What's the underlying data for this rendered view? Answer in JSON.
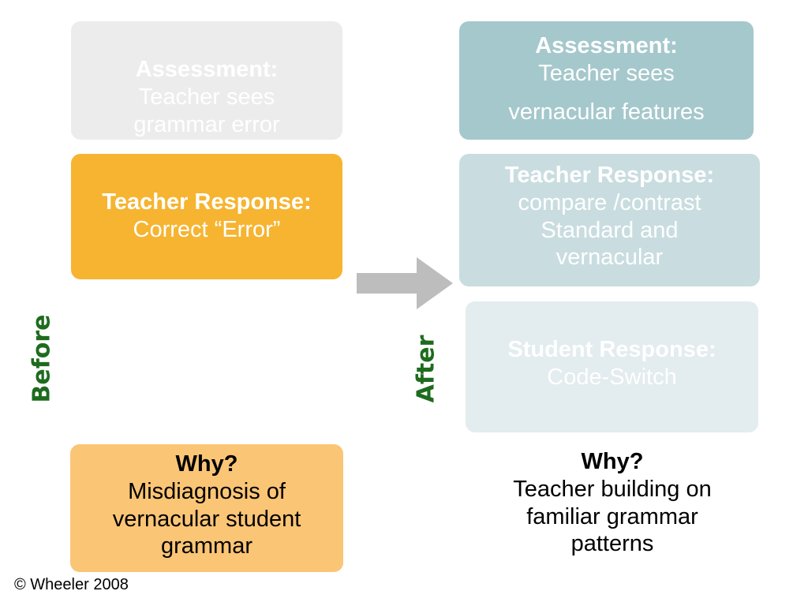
{
  "before": {
    "label": "Before",
    "assessment": {
      "head": "Assessment:",
      "line1": "Teacher sees",
      "line2": "grammar error"
    },
    "response": {
      "head": "Teacher Response:",
      "line1": "Correct “Error”"
    },
    "why": {
      "head": "Why?",
      "line1": "Misdiagnosis of",
      "line2": "vernacular student",
      "line3": "grammar"
    }
  },
  "after": {
    "label": "After",
    "assessment": {
      "head": "Assessment:",
      "line1": "Teacher sees",
      "line2": "vernacular features"
    },
    "response": {
      "head": "Teacher Response:",
      "line1": "compare /contrast",
      "line2": "Standard and",
      "line3": "vernacular"
    },
    "student": {
      "head": "Student Response:",
      "line1": "Code-Switch"
    },
    "why": {
      "head": "Why?",
      "line1": "Teacher building on",
      "line2": "familiar grammar",
      "line3": "patterns"
    }
  },
  "arrow": {
    "icon": "right-arrow-icon",
    "color": "#bdbdbd"
  },
  "colors": {
    "before_assessment": "#ececec",
    "before_response": "#f6b431",
    "before_why": "#fbc576",
    "after_assessment": "#a5c8cc",
    "after_response": "#c9dde0",
    "after_student": "#e3ecee",
    "label_green": "#1e6b1e"
  },
  "footer": {
    "copyright": "© Wheeler 2008"
  }
}
